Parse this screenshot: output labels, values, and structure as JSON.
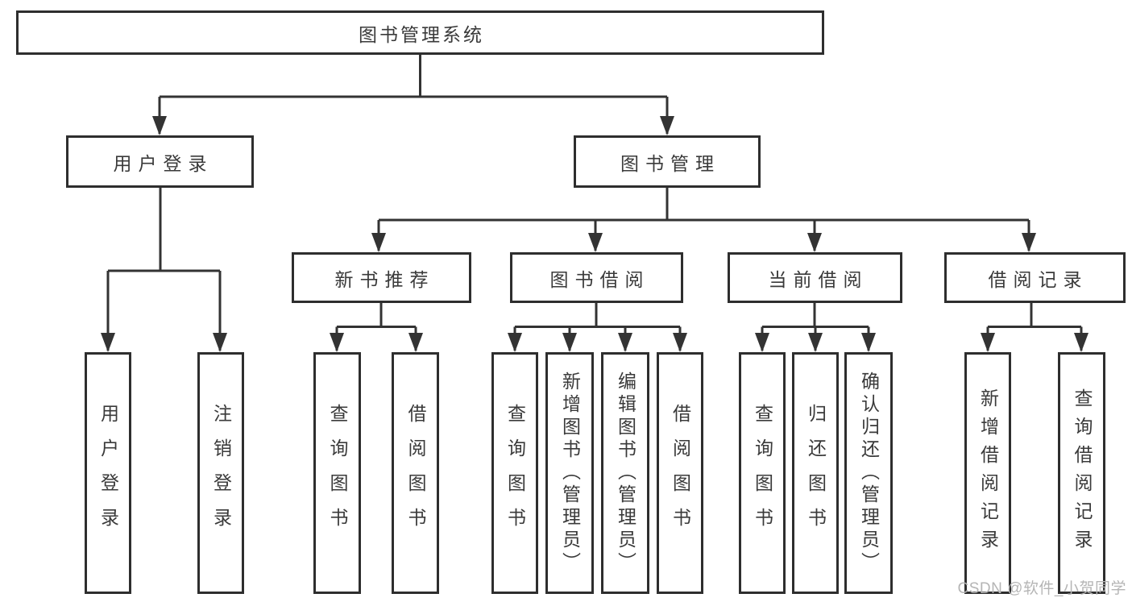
{
  "tree": {
    "root": "图书管理系统",
    "children": [
      {
        "label": "用户登录",
        "children": [
          {
            "label": "用户登录"
          },
          {
            "label": "注销登录"
          }
        ]
      },
      {
        "label": "图书管理",
        "children": [
          {
            "label": "新书推荐",
            "children": [
              {
                "label": "查询图书"
              },
              {
                "label": "借阅图书"
              }
            ]
          },
          {
            "label": "图书借阅",
            "children": [
              {
                "label": "查询图书"
              },
              {
                "label": "新增图书（管理员）"
              },
              {
                "label": "编辑图书（管理员）"
              },
              {
                "label": "借阅图书"
              }
            ]
          },
          {
            "label": "当前借阅",
            "children": [
              {
                "label": "查询图书"
              },
              {
                "label": "归还图书"
              },
              {
                "label": "确认归还（管理员）"
              }
            ]
          },
          {
            "label": "借阅记录",
            "children": [
              {
                "label": "新增借阅记录"
              },
              {
                "label": "查询借阅记录"
              }
            ]
          }
        ]
      }
    ]
  },
  "watermark": "CSDN @软件_小贺同学",
  "colors": {
    "line": "#333333",
    "box_border": "#2e2e2e",
    "text": "#3a3a3a",
    "box_bg": "#ffffff",
    "background": "#ffffff",
    "watermark": "#b5b5b5"
  }
}
